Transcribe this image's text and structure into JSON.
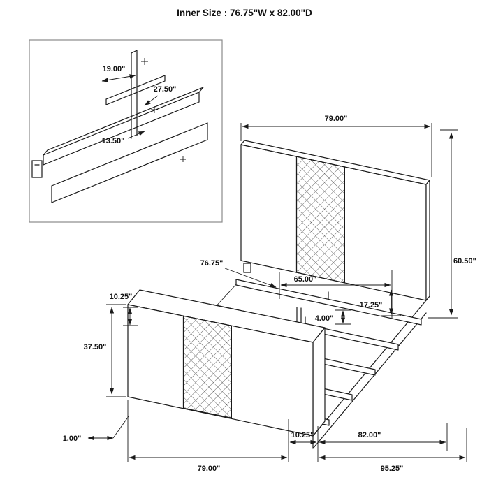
{
  "title": "Inner Size : 76.75\"W x 82.00\"D",
  "colors": {
    "line": "#1a1a1a",
    "hatch": "#3a3a3a",
    "inset_border": "#8a8a8a",
    "background": "#ffffff"
  },
  "inset_detail": {
    "dim_bracket_width": "19.00\"",
    "dim_bracket_height": "27.50\"",
    "dim_bracket_offset": "13.50\""
  },
  "bed_diagram": {
    "dim_headboard_width_top": "79.00\"",
    "dim_headboard_height": "60.50\"",
    "dim_inner_width": "76.75\"",
    "dim_slat_width": "65.00\"",
    "dim_rail_height": "17.25\"",
    "dim_slat_thickness": "4.00\"",
    "dim_footboard_rail": "10.25\"",
    "dim_footboard_height": "37.50\"",
    "dim_foot_height": "1.00\"",
    "dim_footboard_depth": "10.25\"",
    "dim_inner_depth": "82.00\"",
    "dim_footboard_width_bottom": "79.00\"",
    "dim_overall_depth": "95.25\""
  }
}
